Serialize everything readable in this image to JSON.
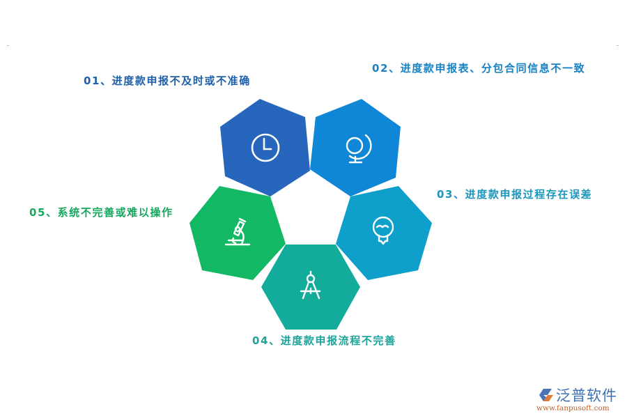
{
  "diagram": {
    "type": "pentagon-hexagon-cluster",
    "items": [
      {
        "id": "01",
        "label": "01、进度款申报不及时或不准确",
        "icon": "clock-icon",
        "color": "#2666bd"
      },
      {
        "id": "02",
        "label": "02、进度款申报表、分包合同信息不一致",
        "icon": "globe-icon",
        "color": "#0f86d6"
      },
      {
        "id": "03",
        "label": "03、进度款申报过程存在误差",
        "icon": "lightbulb-icon",
        "color": "#0e9fcb"
      },
      {
        "id": "04",
        "label": "04、进度款申报流程不完善",
        "icon": "compass-icon",
        "color": "#13ac9b"
      },
      {
        "id": "05",
        "label": "05、系统不完善或难以操作",
        "icon": "microscope-icon",
        "color": "#13b864"
      }
    ]
  },
  "logo": {
    "name": "泛普软件",
    "url": "www.fanpusoft.com",
    "mark_colors": [
      "#4a74b5",
      "#e07a3a"
    ]
  }
}
